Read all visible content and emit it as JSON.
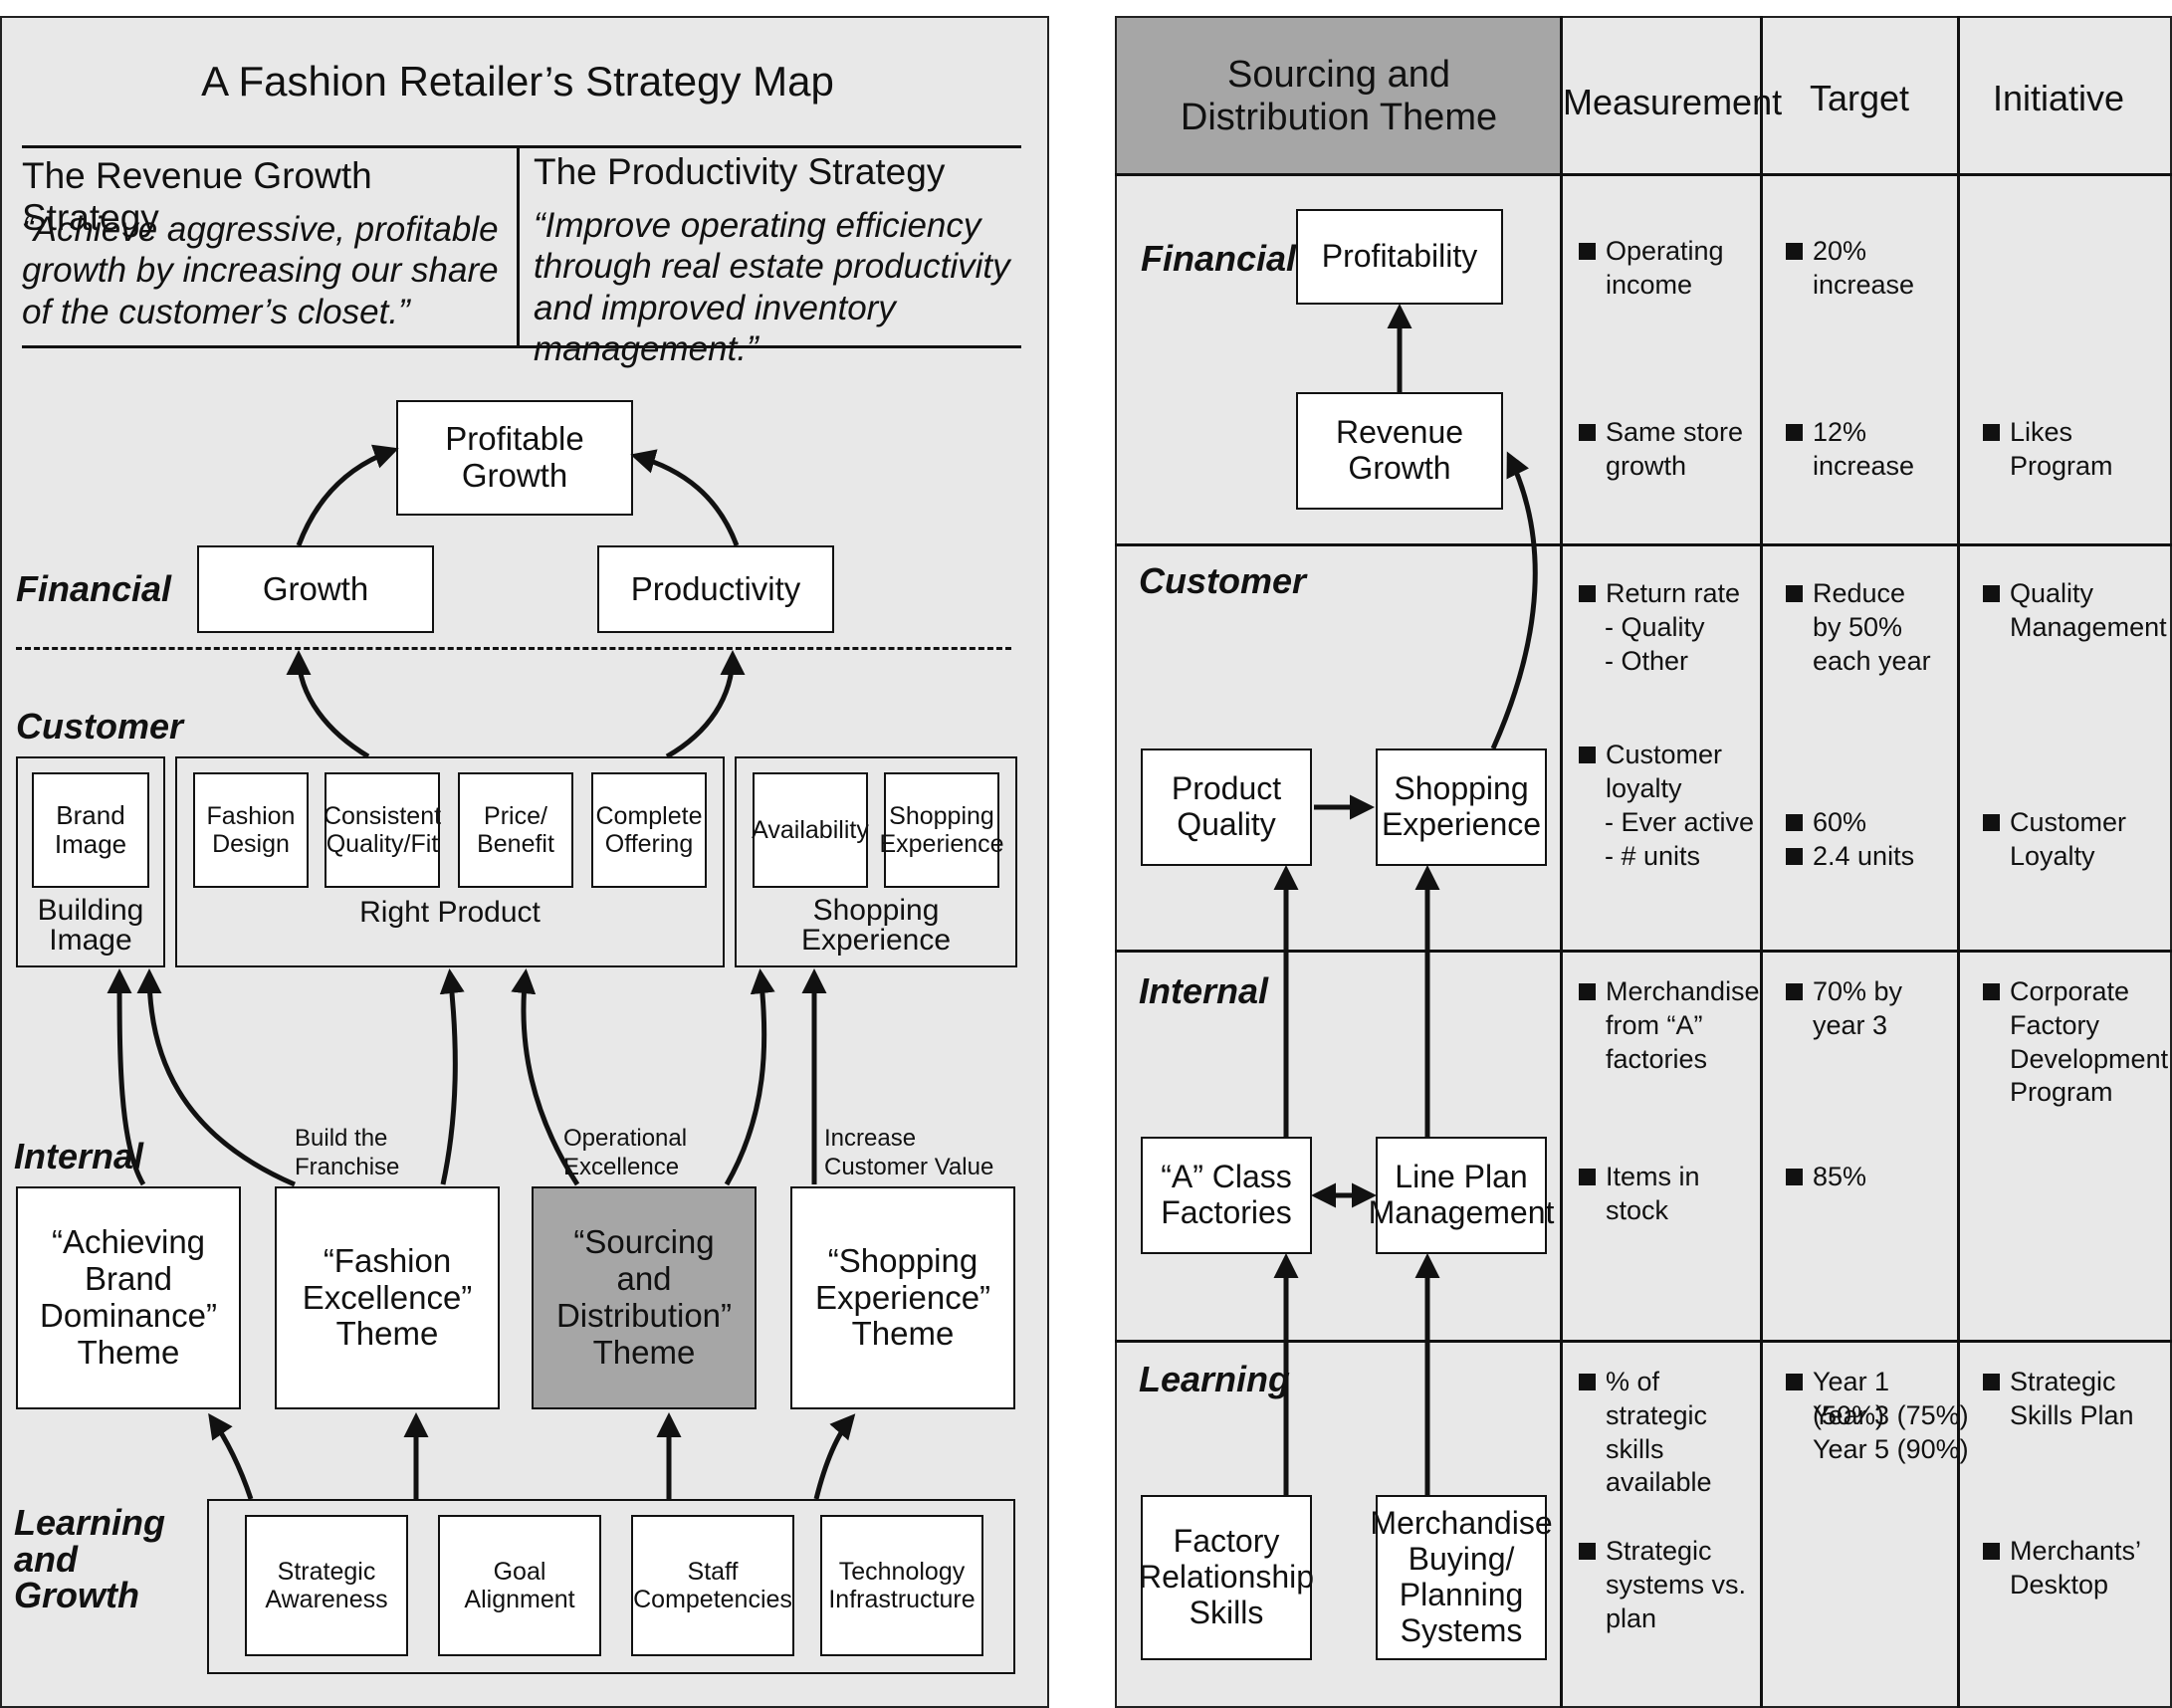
{
  "left": {
    "title": "A Fashion Retailer’s Strategy Map",
    "revenue_heading": "The Revenue Growth Strategy",
    "revenue_quote": "“Achieve aggressive, profitable growth by increasing our share of the customer’s closet.”",
    "productivity_heading": "The Productivity Strategy",
    "productivity_quote": "“Improve operating efficiency through real estate productivity and improved inventory management.”",
    "layers": {
      "financial": "Financial",
      "customer": "Customer",
      "internal": "Internal",
      "learning": "Learning and Growth"
    },
    "financial": {
      "top": "Profitable Growth",
      "growth": "Growth",
      "productivity": "Productivity"
    },
    "customer": {
      "brand_image": "Brand Image",
      "building_image": "Building Image",
      "fashion_design": "Fashion Design",
      "consistent_quality": "Consistent Quality/Fit",
      "price_benefit": "Price/ Benefit",
      "complete_offering": "Complete Offering",
      "right_product": "Right Product",
      "availability": "Availability",
      "shopping_experience_box": "Shopping Experience",
      "shopping_experience_group": "Shopping Experience"
    },
    "internal_labels": {
      "build_franchise": "Build the Franchise",
      "operational_excellence": "Operational Excellence",
      "increase_value": "Increase Customer Value"
    },
    "themes": {
      "brand": "“Achieving Brand Dominance” Theme",
      "fashion": "“Fashion Excellence” Theme",
      "sourcing": "“Sourcing and Distribution” Theme",
      "shopping": "“Shopping Experience” Theme"
    },
    "learning": {
      "awareness": "Strategic Awareness",
      "alignment": "Goal Alignment",
      "staff": "Staff Competencies",
      "tech": "Technology Infrastructure"
    }
  },
  "right": {
    "header": {
      "theme": "Sourcing and Distribution Theme",
      "measurement": "Measurement",
      "target": "Target",
      "initiative": "Initiative"
    },
    "layers": {
      "financial": "Financial",
      "customer": "Customer",
      "internal": "Internal",
      "learning": "Learning"
    },
    "boxes": {
      "profitability": "Profitability",
      "revenue_growth": "Revenue Growth",
      "product_quality": "Product Quality",
      "shopping_experience": "Shopping Experience",
      "a_class": "“A” Class Factories",
      "line_plan": "Line Plan Management",
      "factory_skills": "Factory Relationship Skills",
      "merch_systems": "Merchandise Buying/ Planning Systems"
    },
    "measurements": {
      "operating_income": "Operating income",
      "same_store": "Same store growth",
      "return_rate": "Return rate",
      "return_quality": "- Quality",
      "return_other": "- Other",
      "loyalty": "Customer loyalty",
      "ever_active": "- Ever active",
      "units": "- # units",
      "merch_a": "Merchandise from “A” factories",
      "items_stock": "Items in stock",
      "skills": "% of strategic skills available",
      "systems": "Strategic systems vs. plan"
    },
    "targets": {
      "op_income": "20% increase",
      "same_store": "12% increase",
      "return": "Reduce by 50% each year",
      "active": "60%",
      "units": "2.4 units",
      "merch": "70% by year 3",
      "stock": "85%",
      "y1": "Year 1 (50%)",
      "y3": "Year 3 (75%)",
      "y5": "Year 5 (90%)"
    },
    "initiatives": {
      "likes": "Likes Program",
      "quality": "Quality Management",
      "loyalty": "Customer Loyalty",
      "factory": "Corporate Factory Development Program",
      "skills": "Strategic Skills Plan",
      "desktop": "Merchants’ Desktop"
    }
  }
}
